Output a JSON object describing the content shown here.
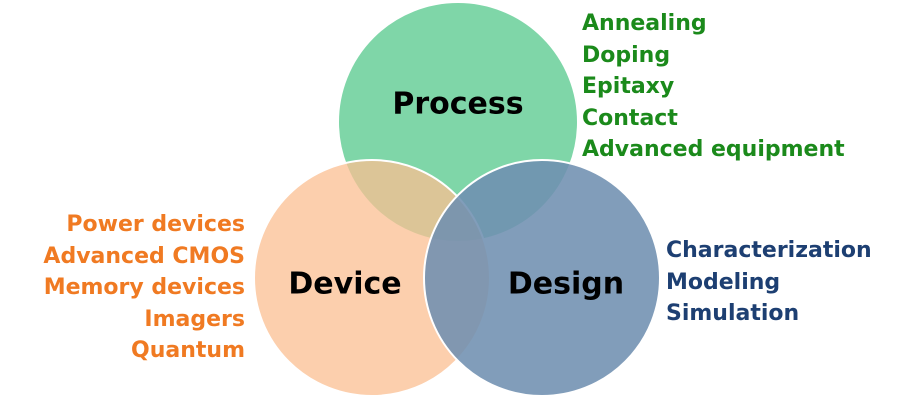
{
  "circles": {
    "process": {
      "label": "Process",
      "color": "#7fd6a8"
    },
    "device": {
      "label": "Device",
      "color": "#fbbf92"
    },
    "design": {
      "label": "Design",
      "color": "#7f9db8"
    }
  },
  "process_items": [
    "Annealing",
    "Doping",
    "Epitaxy",
    "Contact",
    "Advanced equipment"
  ],
  "device_items": [
    "Power devices",
    "Advanced CMOS",
    "Memory devices",
    "Imagers",
    "Quantum"
  ],
  "design_items": [
    "Characterization",
    "Modeling",
    "Simulation"
  ],
  "colors": {
    "process_text": "#1b8a1b",
    "device_text": "#f07a22",
    "design_text": "#1d3f72"
  }
}
